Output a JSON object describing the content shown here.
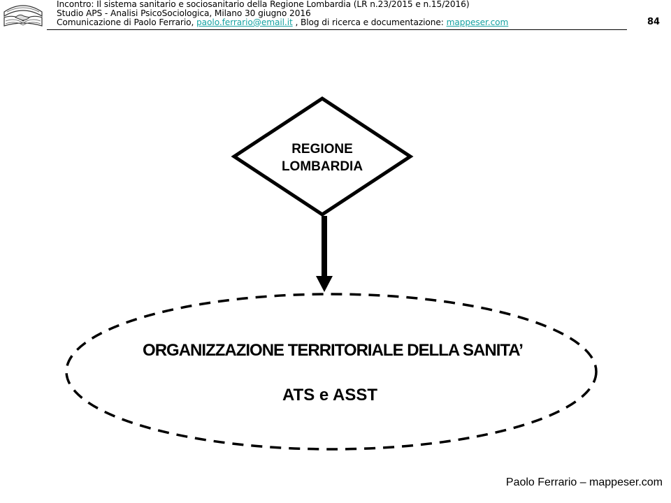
{
  "header": {
    "line1": "Incontro: Il sistema sanitario  e sociosanitario della Regione Lombardia  (LR n.23/2015  e n.15/2016)",
    "line2": "Studio APS - Analisi  PsicoSociologica, Milano 30 giugno  2016",
    "line3_prefix": "Comunicazione  di Paolo Ferrario, ",
    "email": "paolo.ferrario@email.it",
    "line3_middle": "  , Blog  di ricerca e documentazione:  ",
    "blog": "mappeser.com",
    "page_number": "84"
  },
  "diagram": {
    "diamond_line1": "REGIONE",
    "diamond_line2": "LOMBARDIA",
    "ellipse_title": "ORGANIZZAZIONE TERRITORIALE DELLA SANITA’",
    "ellipse_subtitle": "ATS e ASST"
  },
  "footer": {
    "credit": "Paolo Ferrario – mappeser.com"
  },
  "colors": {
    "link": "#17a3a3"
  }
}
